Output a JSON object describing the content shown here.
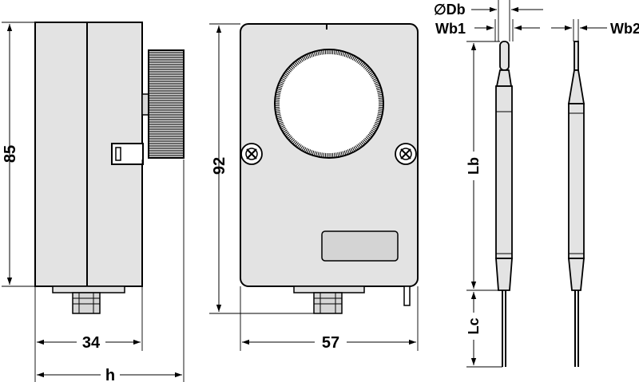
{
  "drawing": {
    "side_view": {
      "height_label": "85",
      "width_label": "34",
      "overall_width_label": "h"
    },
    "front_view": {
      "height_label": "92",
      "width_label": "57"
    },
    "sensor": {
      "diameter_label": "∅Db",
      "wb1_label": "Wb1",
      "wb2_label": "Wb2",
      "lb_label": "Lb",
      "lc_label": "Lc"
    },
    "colors": {
      "housing": "#e3e3e3",
      "lines": "#000000",
      "background": "#ffffff"
    }
  }
}
